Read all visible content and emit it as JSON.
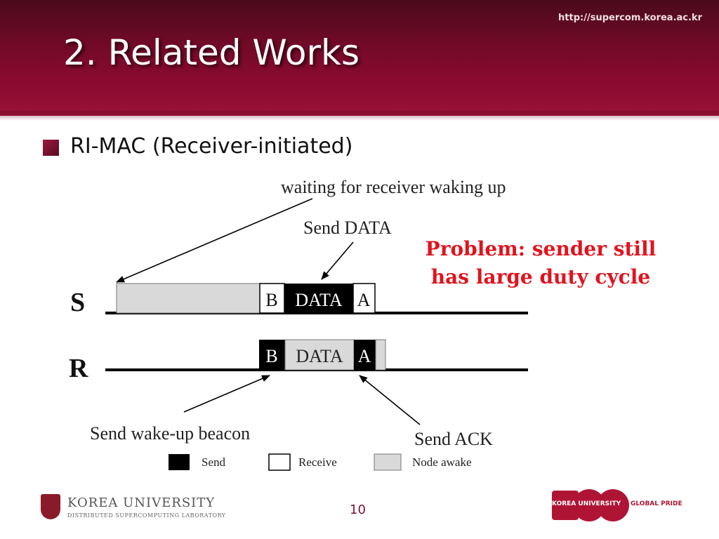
{
  "header": {
    "url": "http://supercom.korea.ac.kr",
    "title": "2. Related Works"
  },
  "bullet": {
    "text": "RI-MAC (Receiver-initiated)"
  },
  "diagram": {
    "annotations": {
      "waiting": "waiting for receiver waking up",
      "send_data": "Send DATA",
      "send_beacon": "Send wake-up beacon",
      "send_ack": "Send ACK"
    },
    "rows": {
      "sender": "S",
      "receiver": "R"
    },
    "sender_slots": {
      "beacon": "B",
      "data": "DATA",
      "ack": "A"
    },
    "receiver_slots": {
      "beacon": "B",
      "data": "DATA",
      "ack": "A"
    },
    "legend": {
      "send": "Send",
      "receive": "Receive",
      "awake": "Node awake"
    },
    "colors": {
      "send": "#000000",
      "receive": "#ffffff",
      "awake": "#d9d9d9"
    }
  },
  "problem": {
    "line1": "Problem: sender still",
    "line2": "has large duty cycle",
    "color": "#e0141e"
  },
  "footer": {
    "university": "KOREA UNIVERSITY",
    "lab": "DISTRIBUTED SUPERCOMPUTING LABORATORY",
    "page_number": "10",
    "centennial_left": "KOREA UNIVERSITY",
    "centennial_right": "GLOBAL PRIDE"
  }
}
